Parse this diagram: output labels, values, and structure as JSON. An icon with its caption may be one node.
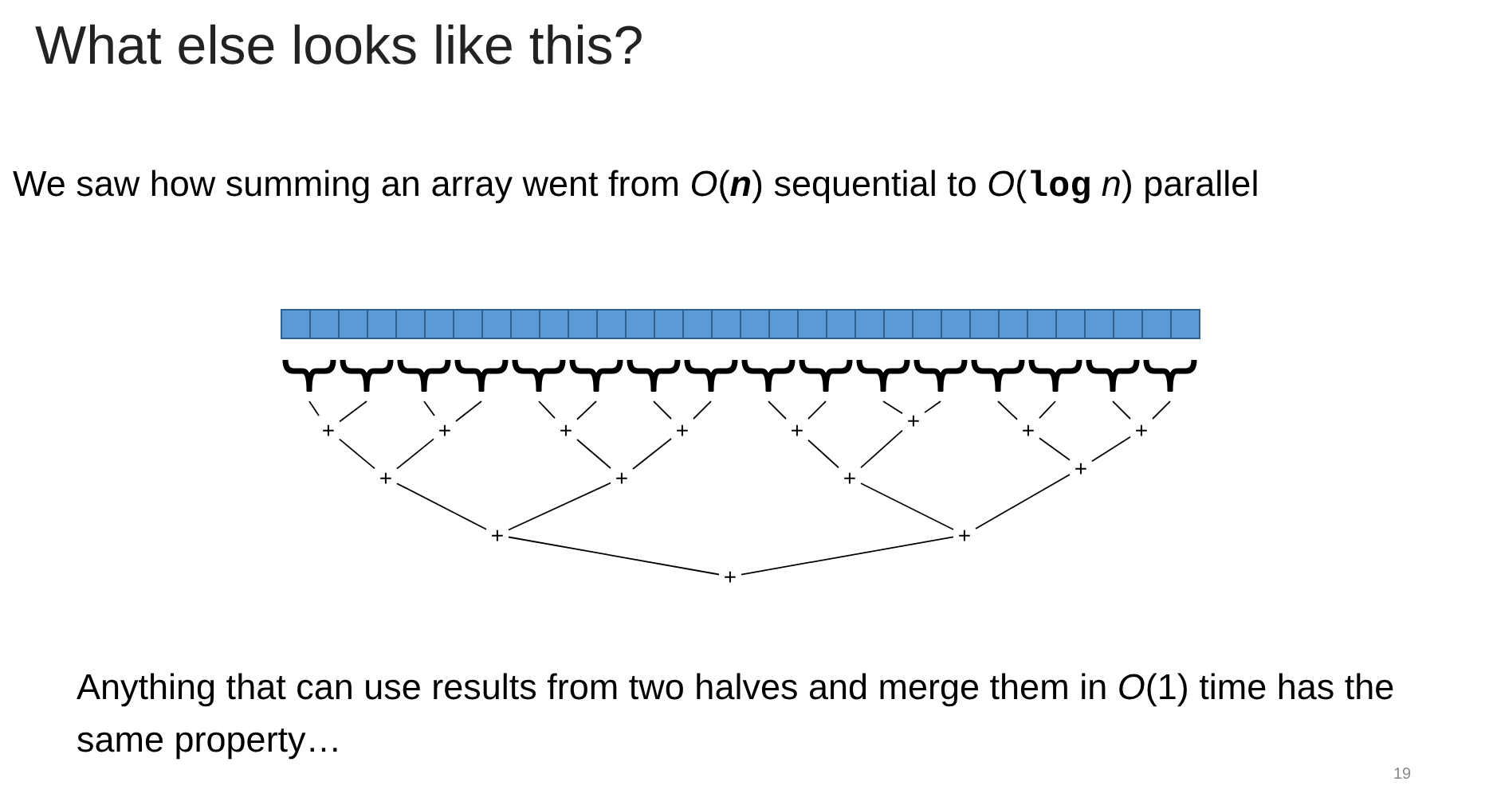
{
  "diagram": {
    "title": "What else looks like this?",
    "nodes": [
      {
        "text": [],
        "shape": "brace"
      },
      {
        "text": [],
        "shape": "brace"
      },
      {
        "text": [],
        "shape": "brace"
      },
      {
        "text": [],
        "shape": "brace"
      },
      {
        "text": [],
        "shape": "brace"
      },
      {
        "text": [],
        "shape": "brace"
      },
      {
        "text": [],
        "shape": "brace"
      },
      {
        "text": [],
        "shape": "brace"
      },
      {
        "text": [],
        "shape": "brace"
      },
      {
        "text": [],
        "shape": "brace"
      },
      {
        "text": [],
        "shape": "brace"
      },
      {
        "text": [],
        "shape": "brace"
      },
      {
        "text": [],
        "shape": "brace"
      },
      {
        "text": [],
        "shape": "brace"
      },
      {
        "text": [],
        "shape": "brace"
      },
      {
        "text": [],
        "shape": "brace"
      },
      {
        "text": [
          "+"
        ]
      },
      {
        "text": [
          "+"
        ]
      },
      {
        "text": [
          "+"
        ]
      },
      {
        "text": [
          "+"
        ]
      },
      {
        "text": [
          "+"
        ]
      },
      {
        "text": [
          "+"
        ]
      },
      {
        "text": [
          "+"
        ]
      },
      {
        "text": [
          "+"
        ]
      },
      {
        "text": [
          "+"
        ]
      },
      {
        "text": [
          "+"
        ]
      },
      {
        "text": [
          "+"
        ]
      },
      {
        "text": [
          "+"
        ]
      },
      {
        "text": [
          "+"
        ]
      },
      {
        "text": [
          "+"
        ]
      },
      {
        "text": [
          "+"
        ]
      }
    ],
    "edges": [
      {
        "from": 0,
        "to": 16,
        "arrow": "none"
      },
      {
        "from": 1,
        "to": 16,
        "arrow": "none"
      },
      {
        "from": 2,
        "to": 17,
        "arrow": "none"
      },
      {
        "from": 3,
        "to": 17,
        "arrow": "none"
      },
      {
        "from": 4,
        "to": 18,
        "arrow": "none"
      },
      {
        "from": 5,
        "to": 18,
        "arrow": "none"
      },
      {
        "from": 6,
        "to": 19,
        "arrow": "none"
      },
      {
        "from": 7,
        "to": 19,
        "arrow": "none"
      },
      {
        "from": 8,
        "to": 20,
        "arrow": "none"
      },
      {
        "from": 9,
        "to": 20,
        "arrow": "none"
      },
      {
        "from": 10,
        "to": 21,
        "arrow": "none"
      },
      {
        "from": 11,
        "to": 21,
        "arrow": "none"
      },
      {
        "from": 12,
        "to": 22,
        "arrow": "none"
      },
      {
        "from": 13,
        "to": 22,
        "arrow": "none"
      },
      {
        "from": 14,
        "to": 23,
        "arrow": "none"
      },
      {
        "from": 15,
        "to": 23,
        "arrow": "none"
      },
      {
        "from": 16,
        "to": 24,
        "arrow": "none"
      },
      {
        "from": 17,
        "to": 24,
        "arrow": "none"
      },
      {
        "from": 18,
        "to": 25,
        "arrow": "none"
      },
      {
        "from": 19,
        "to": 25,
        "arrow": "none"
      },
      {
        "from": 20,
        "to": 26,
        "arrow": "none"
      },
      {
        "from": 21,
        "to": 26,
        "arrow": "none"
      },
      {
        "from": 22,
        "to": 27,
        "arrow": "none"
      },
      {
        "from": 23,
        "to": 27,
        "arrow": "none"
      },
      {
        "from": 24,
        "to": 28,
        "arrow": "none"
      },
      {
        "from": 25,
        "to": 28,
        "arrow": "none"
      },
      {
        "from": 26,
        "to": 29,
        "arrow": "none"
      },
      {
        "from": 27,
        "to": 29,
        "arrow": "none"
      },
      {
        "from": 28,
        "to": 30,
        "arrow": "none"
      },
      {
        "from": 29,
        "to": 30,
        "arrow": "none"
      }
    ],
    "labels": [
      "We saw how summing an array went from *O*(**n**) sequential to *O*(**log** *n*) parallel",
      "Anything that can use results from two halves and merge them in *O*(1) time has the same property…",
      "19"
    ]
  }
}
